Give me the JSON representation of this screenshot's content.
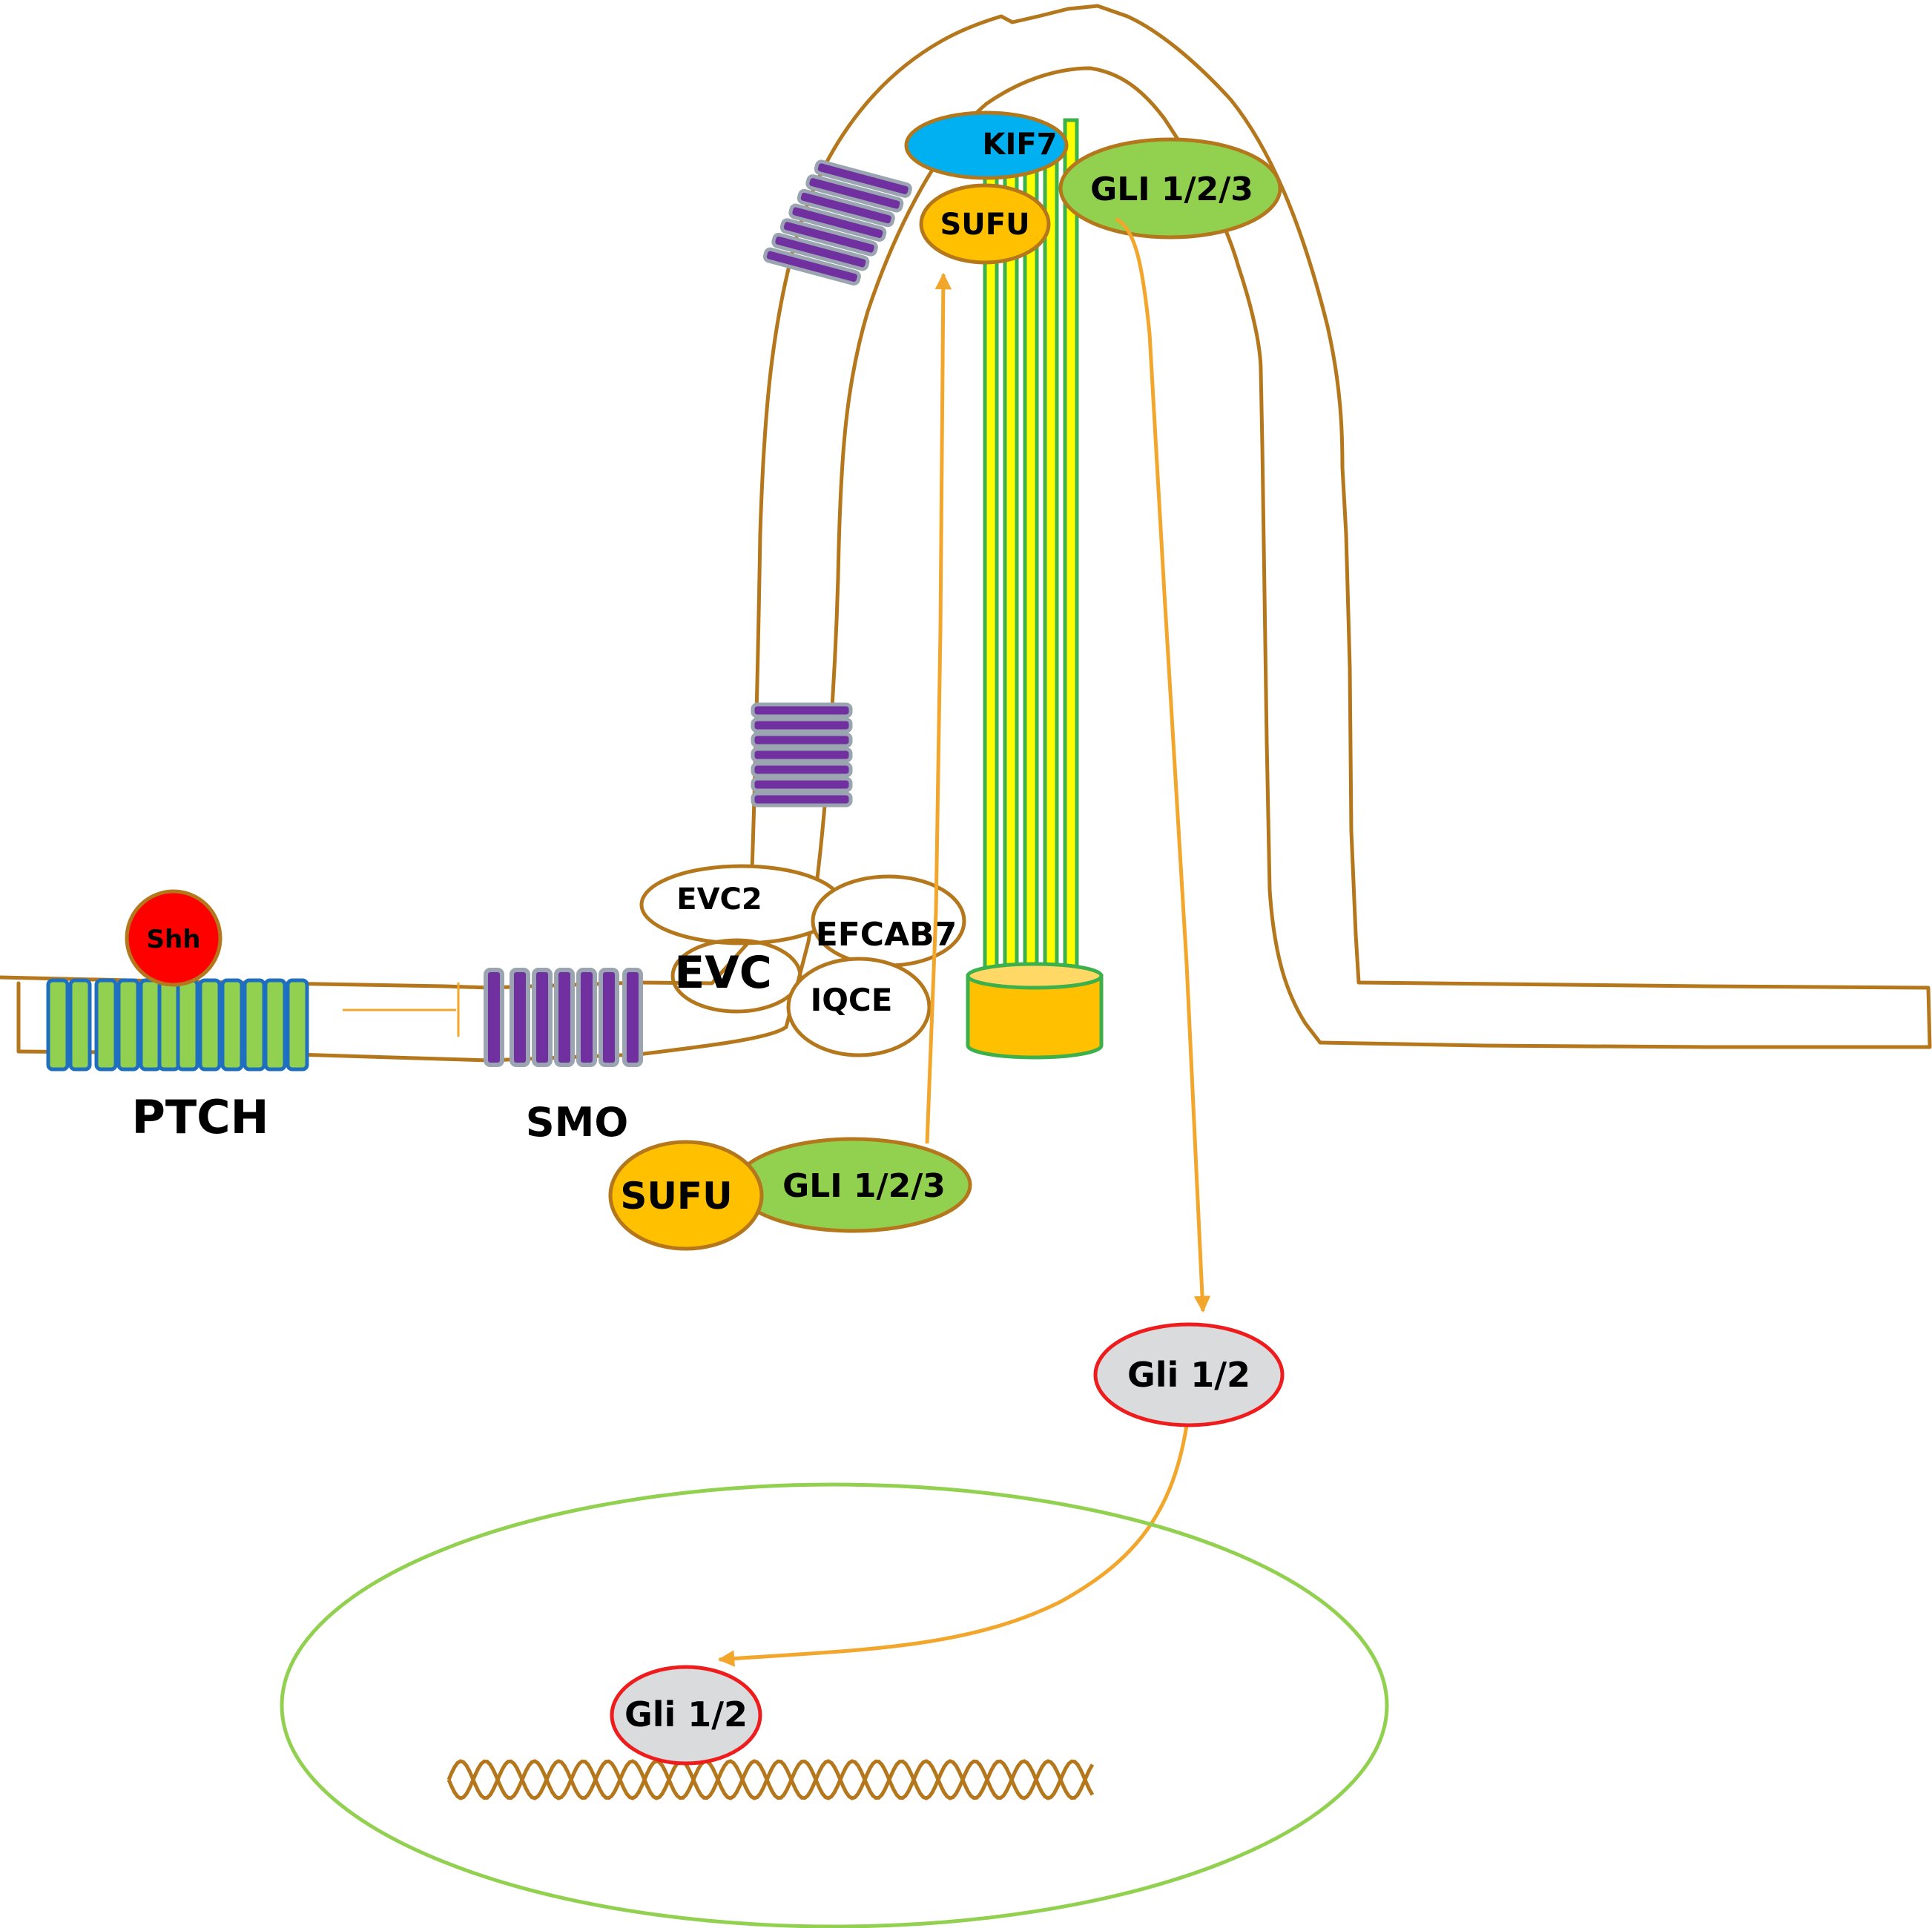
{
  "labels": {
    "shh": "Shh",
    "ptch": "PTCH",
    "smo": "SMO",
    "evc2": "EVC2",
    "efcab7": "EFCAB7",
    "evc": "EVC",
    "iqce": "IQCE",
    "kif7": "KIF7",
    "sufu_tip": "SUFU",
    "gli_tip": "GLI 1/2/3",
    "sufu_base": "SUFU",
    "gli_base": "GLI 1/2/3",
    "gli_cyto": "Gli 1/2",
    "gli_nucleus": "Gli 1/2"
  },
  "colors": {
    "membrane": "#b5771c",
    "arrow": "#f2a62b",
    "shh_fill": "#ff0000",
    "ptch_fill": "#92d050",
    "ptch_stroke": "#1f6fc0",
    "smo_fill": "#7030a0",
    "smo_stroke": "#9aa5b1",
    "sufu_fill": "#ffc000",
    "gli_fill": "#92d050",
    "kif7_fill": "#00b0f0",
    "axoneme_fill": "#ffff00",
    "axoneme_stroke": "#3cb04a",
    "nucleus_stroke": "#92d050",
    "gli_active_fill": "#d9dbdd",
    "gli_active_stroke": "#ee1c1c"
  }
}
